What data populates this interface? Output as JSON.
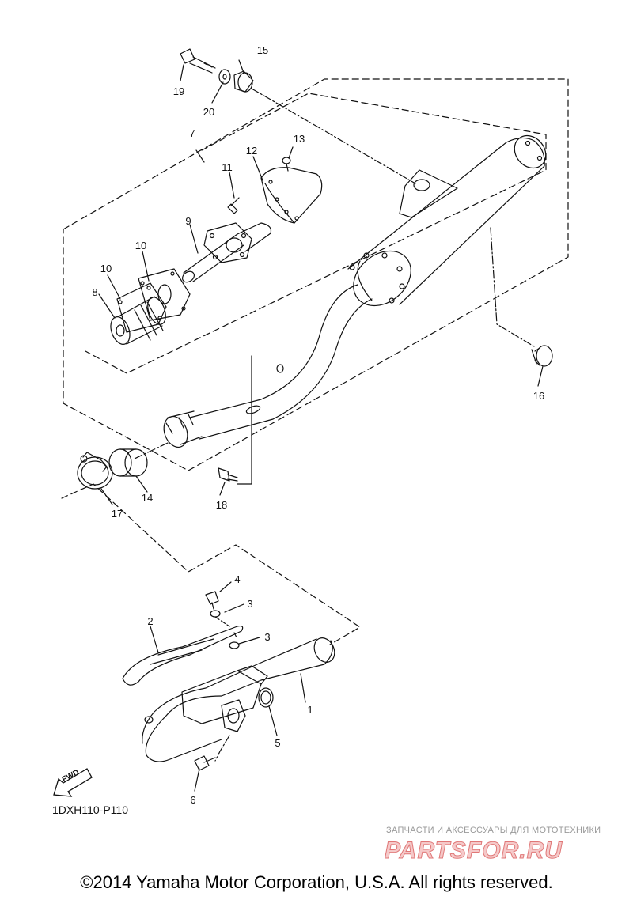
{
  "diagram": {
    "part_code": "1DXH110-P110",
    "fwd_label": "FWD",
    "parts": [
      {
        "num": "1"
      },
      {
        "num": "2"
      },
      {
        "num": "3"
      },
      {
        "num": "3"
      },
      {
        "num": "4"
      },
      {
        "num": "5"
      },
      {
        "num": "6"
      },
      {
        "num": "7"
      },
      {
        "num": "8"
      },
      {
        "num": "9"
      },
      {
        "num": "10"
      },
      {
        "num": "10"
      },
      {
        "num": "11"
      },
      {
        "num": "12"
      },
      {
        "num": "13"
      },
      {
        "num": "14"
      },
      {
        "num": "15"
      },
      {
        "num": "16"
      },
      {
        "num": "17"
      },
      {
        "num": "18"
      },
      {
        "num": "19"
      },
      {
        "num": "20"
      }
    ]
  },
  "watermark": {
    "tagline": "ЗАПЧАСТИ И АКСЕССУАРЫ ДЛЯ МОТОТЕХНИКИ",
    "logo_text": "PARTSFOR.RU"
  },
  "footer": {
    "copyright": "©2014 Yamaha Motor Corporation, U.S.A. All rights reserved."
  }
}
